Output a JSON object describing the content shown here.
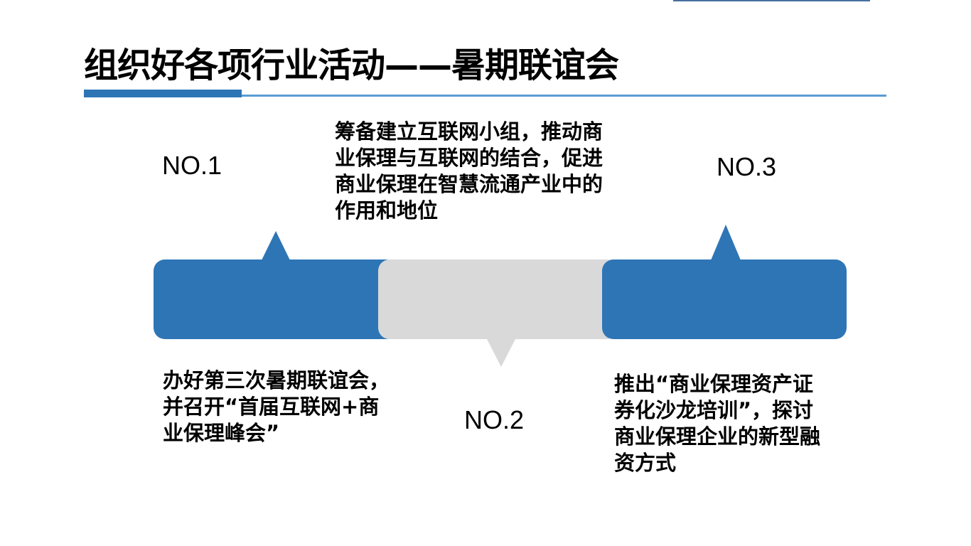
{
  "title": "组织好各项行业活动——暑期联谊会",
  "colors": {
    "accent": "#2e75b6",
    "line": "#5b9bd5",
    "gray": "#d9d9d9",
    "top_line": "#4a6fa0"
  },
  "items": [
    {
      "label": "NO.1",
      "text": "办好第三次暑期联谊会，\n并召开“首届互联网+商\n业保理峰会”"
    },
    {
      "label": "NO.2",
      "text": "筹备建立互联网小组，推动商\n业保理与互联网的结合，促进\n商业保理在智慧流通产业中的\n作用和地位"
    },
    {
      "label": "NO.3",
      "text": "推出“商业保理资产证\n券化沙龙培训”，探讨\n商业保理企业的新型融\n资方式"
    }
  ]
}
